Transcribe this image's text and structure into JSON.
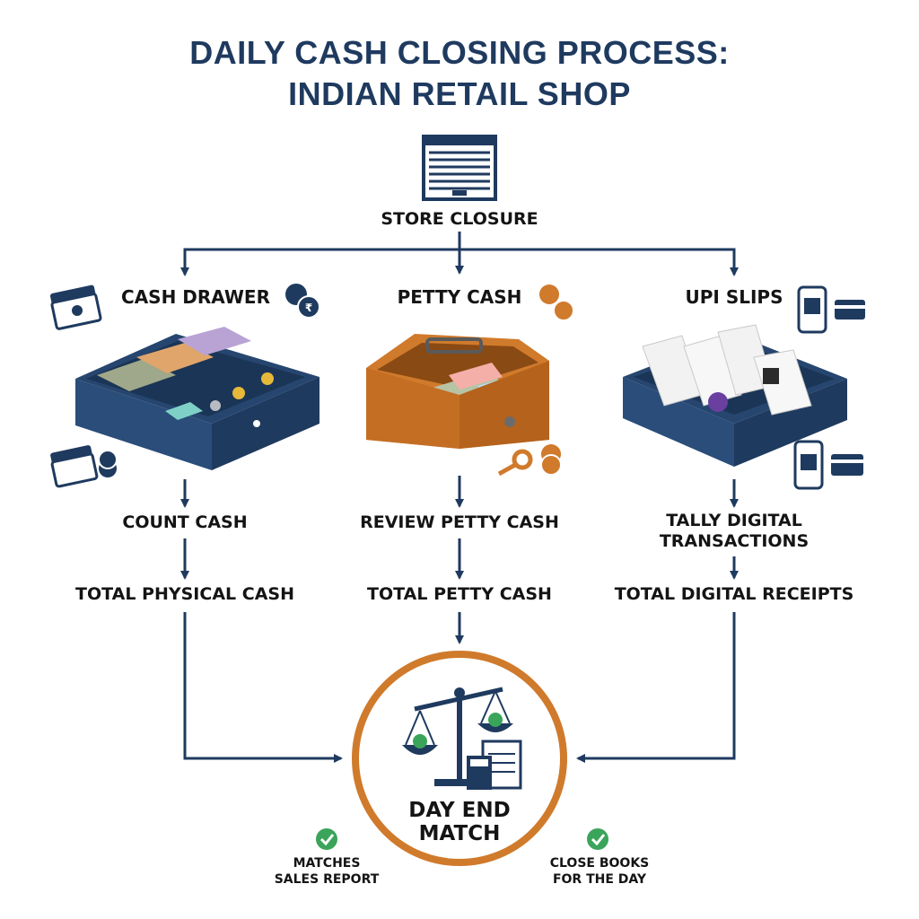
{
  "title": {
    "line1": "DAILY CASH CLOSING PROCESS:",
    "line2": "INDIAN RETAIL SHOP"
  },
  "nodes": {
    "store_closure": "STORE CLOSURE",
    "cash_drawer": "CASH DRAWER",
    "petty_cash": "PETTY CASH",
    "upi_slips": "UPI SLIPS",
    "count_cash": "COUNT CASH",
    "review_petty_cash": "REVIEW PETTY CASH",
    "tally_line1": "TALLY DIGITAL",
    "tally_line2": "TRANSACTIONS",
    "total_physical_cash": "TOTAL PHYSICAL CASH",
    "total_petty_cash": "TOTAL PETTY CASH",
    "total_digital_receipts": "TOTAL DIGITAL RECEIPTS",
    "day_end_line1": "DAY END",
    "day_end_line2": "MATCH"
  },
  "outcomes": {
    "left_line1": "MATCHES",
    "left_line2": "SALES REPORT",
    "right_line1": "CLOSE BOOKS",
    "right_line2": "FOR THE DAY"
  },
  "colors": {
    "navy": "#1f3a5f",
    "orange": "#d07a2c",
    "green": "#3aa45a",
    "text": "#141414"
  }
}
